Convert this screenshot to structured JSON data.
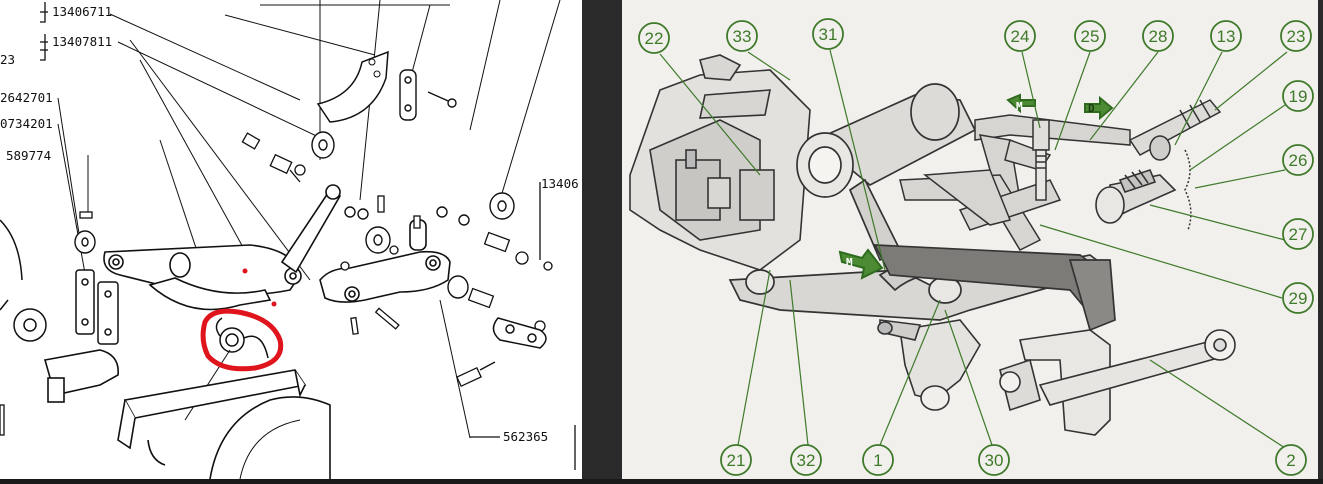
{
  "left_panel": {
    "part_numbers": [
      "13406711",
      "13407811",
      "2642701",
      "0734201",
      "589774",
      "13406",
      "562365"
    ],
    "assembly_number": "23",
    "highlight_color": "#e0141c"
  },
  "divider_color": "#2a2a2a",
  "right_panel": {
    "label_color": "#3f7a2a",
    "callouts": [
      "22",
      "33",
      "31",
      "24",
      "25",
      "28",
      "13",
      "23",
      "19",
      "26",
      "27",
      "29",
      "2",
      "30",
      "1",
      "32",
      "21"
    ],
    "arrow_labels": [
      "M",
      "D"
    ]
  }
}
